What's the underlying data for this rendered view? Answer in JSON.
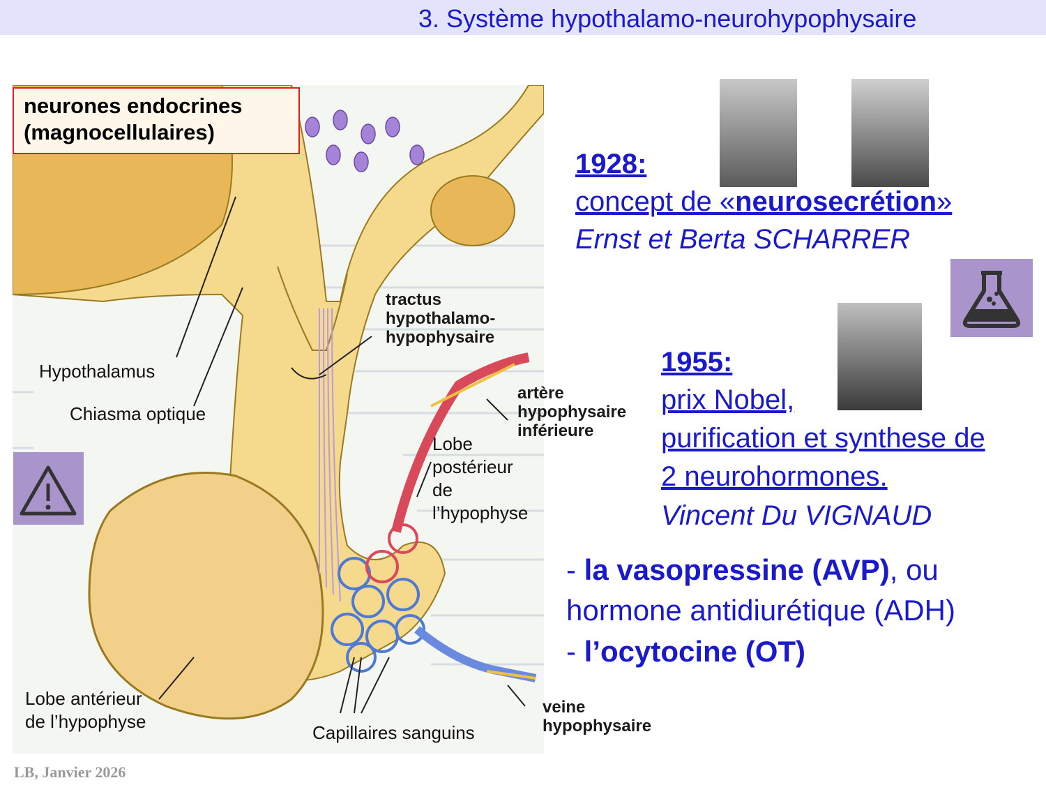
{
  "header": {
    "title": "3. Système hypothalamo-neurohypophysaire"
  },
  "figure": {
    "box_label_line1": "neurones endocrines",
    "box_label_line2": "(magnocellulaires)",
    "labels": {
      "hypothalamus": "Hypothalamus",
      "chiasma": "Chiasma optique",
      "tractus_1": "tractus",
      "tractus_2": "hypothalamo-",
      "tractus_3": "hypophysaire",
      "artere_1": "artère",
      "artere_2": "hypophysaire",
      "artere_3": "inférieure",
      "lobe_post_1": "Lobe",
      "lobe_post_2": "postérieur",
      "lobe_post_3": "de",
      "lobe_post_4": "l’hypophyse",
      "lobe_ant_1": "Lobe antérieur",
      "lobe_ant_2": "de l’hypophyse",
      "capillaires": "Capillaires sanguins",
      "veine_1": "veine",
      "veine_2": "hypophysaire"
    }
  },
  "history": {
    "year1": "1928:",
    "concept_pre": "concept de «",
    "concept_bold": "neurosecrétion",
    "concept_post": "»",
    "authors1": "Ernst et Berta SCHARRER",
    "year2": "1955:",
    "nobel": "prix Nobel,",
    "purif_1": "purification et synthese de",
    "purif_2": "2 neurohormones.",
    "author2": "Vincent Du VIGNAUD"
  },
  "hormones": {
    "dash1": "- ",
    "avp_bold": "la vasopressine (AVP)",
    "avp_rest": ", ou",
    "adh_line": "hormone antidiurétique (ADH)",
    "dash2": "- ",
    "ot_bold": "l’ocytocine (OT)"
  },
  "icons": {
    "warning": "warning-icon",
    "lab": "flask-icon"
  },
  "colors": {
    "accent": "#1a1acc",
    "badge": "#a994cc",
    "box_border": "#e02020"
  },
  "footer": {
    "text": "LB, Janvier 2026"
  }
}
